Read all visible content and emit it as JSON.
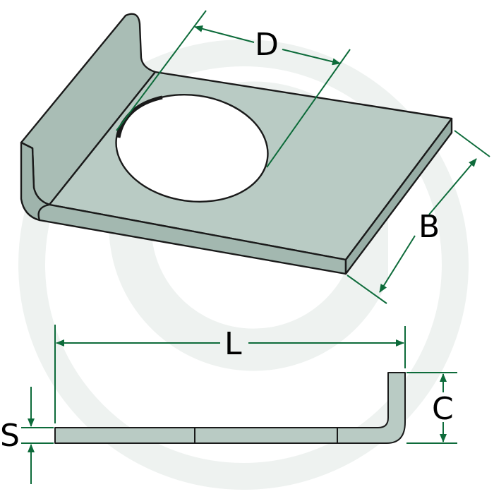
{
  "labels": {
    "diameter": "D",
    "width": "B",
    "length": "L",
    "height": "C",
    "thickness": "S"
  },
  "colors": {
    "plate_fill": "#b9cbc4",
    "plate_side": "#a3b8b0",
    "outline": "#1a1a1a",
    "dimension_line": "#0d6b3a",
    "watermark": "#eef2f0",
    "hole_fill": "#ffffff"
  },
  "icons": [
    "watermark-logo-icon"
  ]
}
